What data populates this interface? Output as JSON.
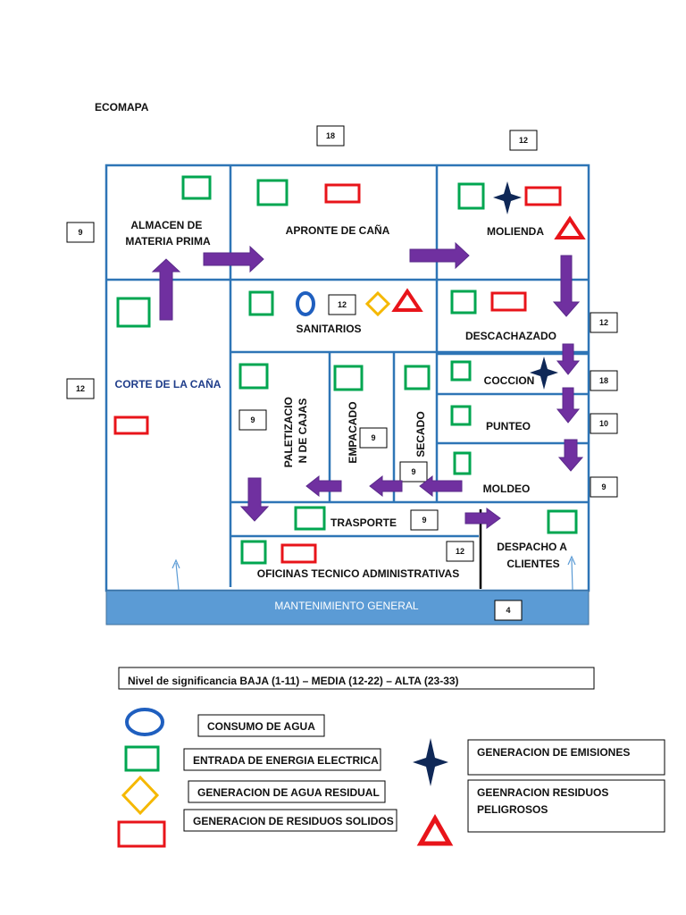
{
  "title": "ECOMAPA",
  "colors": {
    "wall": "#2e75b6",
    "arrow": "#7030a0",
    "energy": "#00a650",
    "solid_waste": "#e8141a",
    "water": "#1f5fbf",
    "wastewater": "#f5b800",
    "hazardous": "#e8141a",
    "emission": "#0f2857",
    "maintenance_bg": "#5b9bd5"
  },
  "areas": {
    "almacen": "ALMACEN DE\nMATERIA PRIMA",
    "apronte": "APRONTE DE CAÑA",
    "molienda": "MOLIENDA",
    "corte": "CORTE DE LA CAÑA",
    "sanitarios": "SANITARIOS",
    "descachazado": "DESCACHAZADO",
    "paletizacion": "PALETIZACIO\nN DE CAJAS",
    "empacado": "EMPACADO",
    "secado": "SECADO",
    "coccion": "COCCION",
    "punteo": "PUNTEO",
    "moldeo": "MOLDEO",
    "trasporte": "TRASPORTE",
    "despacho": "DESPACHO A\nCLIENTES",
    "oficinas": "OFICINAS TECNICO ADMINISTRATIVAS",
    "mantenimiento": "MANTENIMIENTO GENERAL"
  },
  "scores": {
    "apronte": "18",
    "molienda": "12",
    "almacen": "9",
    "corte": "12",
    "sanitarios": "12",
    "descachazado": "12",
    "coccion": "18",
    "punteo": "10",
    "moldeo": "9",
    "paletizacion": "9",
    "empacado": "9",
    "secado": "9",
    "trasporte": "9",
    "oficinas": "12",
    "mantenimiento": "4"
  },
  "significance": "Nivel de significancia  BAJA (1-11) – MEDIA (12-22) – ALTA (23-33)",
  "legend": {
    "water": "CONSUMO DE AGUA",
    "energy": "ENTRADA DE ENERGIA ELECTRICA",
    "wastewater": "GENERACION DE AGUA RESIDUAL",
    "solid": "GENERACION DE RESIDUOS SOLIDOS",
    "emissions": "GENERACION DE EMISIONES",
    "hazardous": "GEENRACION RESIDUOS\nPELIGROSOS"
  }
}
